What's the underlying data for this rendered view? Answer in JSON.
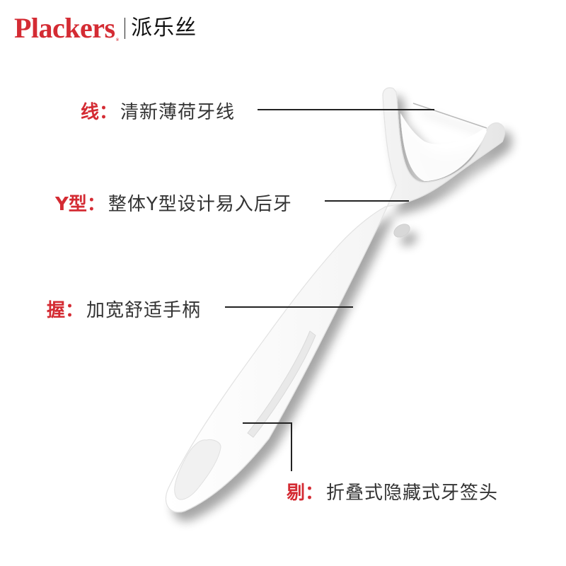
{
  "colors": {
    "accent_red": "#d42b33",
    "text_dark": "#333333",
    "line": "#222222",
    "product_body": "#f4f4f4",
    "product_shadow": "#cfcfcf"
  },
  "header": {
    "brand_name": "Plackers",
    "brand_mark": "®",
    "brand_cn": "派乐丝"
  },
  "callouts": [
    {
      "key": "线：",
      "text": "清新薄荷牙线"
    },
    {
      "key": "Y型：",
      "text": "整体Y型设计易入后牙"
    },
    {
      "key": "握：",
      "text": "加宽舒适手柄"
    },
    {
      "key": "剔：",
      "text": "折叠式隐藏式牙签头"
    }
  ],
  "product": {
    "name": "flosser-pick",
    "icon": "dental-flosser-illustration"
  }
}
